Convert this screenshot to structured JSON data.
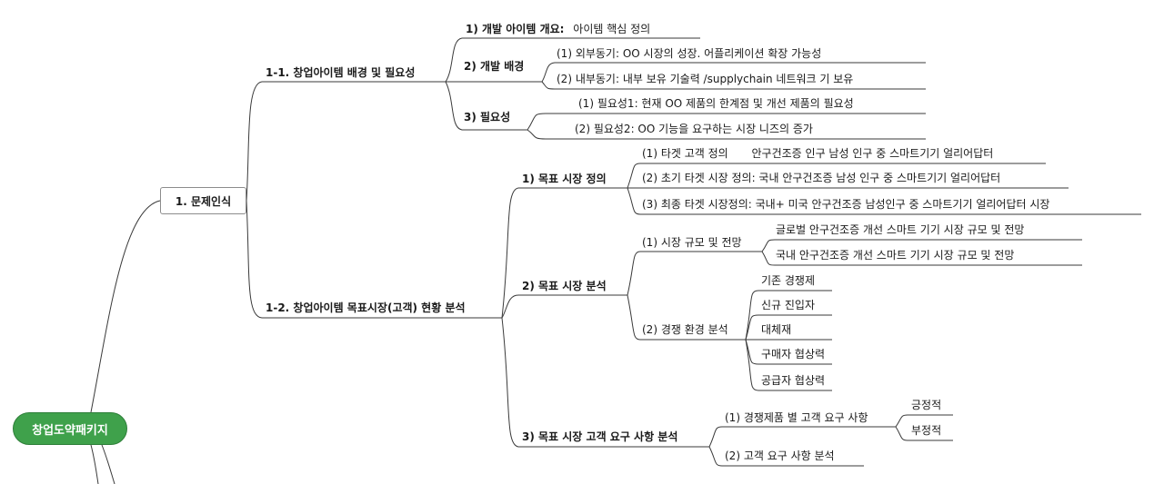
{
  "root": {
    "label": "창업도약패키지"
  },
  "l1": {
    "label": "1. 문제인식"
  },
  "b11": {
    "label": "1-1. 창업아이템 배경 및 필요성",
    "item1": {
      "label": "1) 개발 아이템 개요:",
      "detail": "아이템 핵심 정의"
    },
    "item2": {
      "label": "2) 개발 배경",
      "c1": "(1) 외부동기: OO 시장의 성장.  어플리케이션 확장 가능성",
      "c2": "(2) 내부동기: 내부 보유 기술력 /supplychain 네트워크 기 보유"
    },
    "item3": {
      "label": "3) 필요성",
      "c1": "(1) 필요성1: 현재 OO 제품의 한계점 및 개선 제품의 필요성",
      "c2": "(2) 필요성2: OO 기능을 요구하는 시장 니즈의 증가"
    }
  },
  "b12": {
    "label": "1-2. 창업아이템 목표시장(고객) 현황 분석",
    "t1": {
      "label": "1) 목표 시장 정의",
      "c1a": "(1) 타겟 고객 정의",
      "c1b": "안구건조증 인구 남성 인구 중 스마트기기 얼리어답터",
      "c2": "(2) 초기 타겟 시장 정의: 국내 안구건조증 남성 인구 중 스마트기기 얼리어답터",
      "c3": "(3) 최종 타겟 시장정의: 국내+ 미국 안구건조증 남성인구 중 스마트기기 얼리어답터 시장"
    },
    "t2": {
      "label": "2) 목표 시장 분석",
      "s1": {
        "label": "(1) 시장 규모 및 전망",
        "g1": "글로벌 안구건조증 개선 스마트 기기 시장 규모 및 전망",
        "g2": "국내 안구건조증 개선 스마트 기기 시장 규모 및 전망"
      },
      "s2": {
        "label": "(2) 경쟁 환경 분석",
        "items": [
          "기존 경쟁제",
          "신규 진입자",
          "대체재",
          "구매자 협상력",
          "공급자 협상력"
        ]
      }
    },
    "t3": {
      "label": "3) 목표 시장 고객 요구 사항 분석",
      "c1": {
        "label": "(1) 경쟁제품 별 고객 요구 사항",
        "pos": "긍정적",
        "neg": "부정적"
      },
      "c2": "(2) 고객 요구 사항 분석"
    }
  },
  "colors": {
    "root_fill": "#3fa14b",
    "line": "#3a3a3a"
  }
}
